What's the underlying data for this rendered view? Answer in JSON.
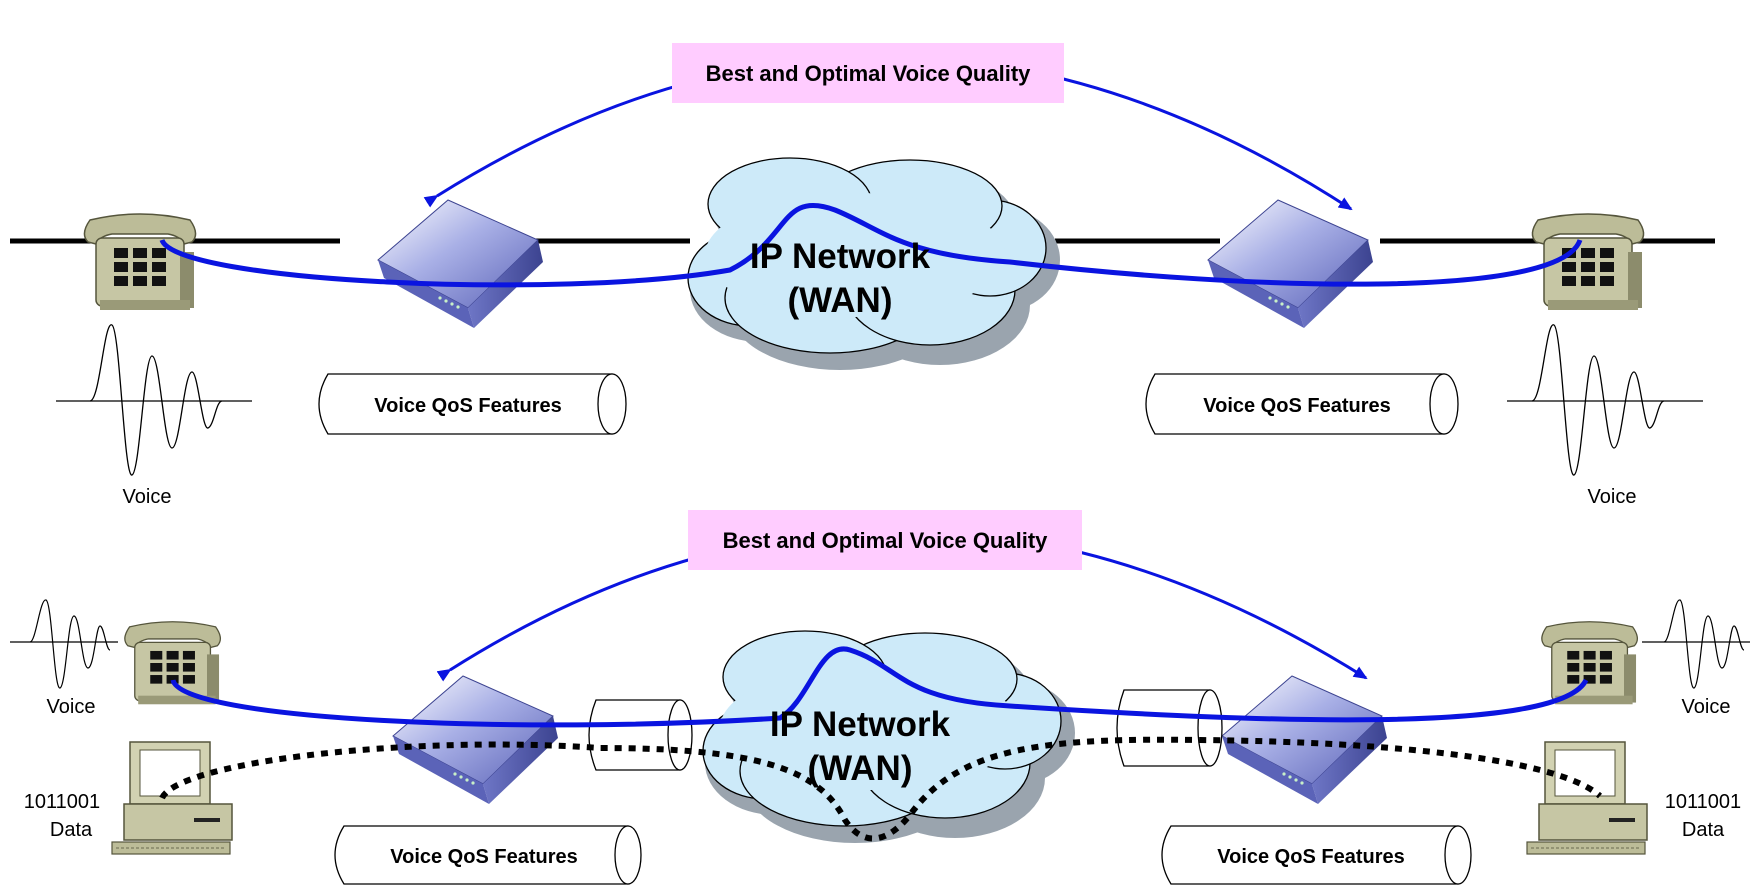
{
  "top_section": {
    "quality_label": "Best and Optimal Voice Quality",
    "cloud_line1": "IP Network",
    "cloud_line2": "(WAN)",
    "left_qos": "Voice QoS Features",
    "right_qos": "Voice QoS Features",
    "left_voice": "Voice",
    "right_voice": "Voice"
  },
  "bottom_section": {
    "quality_label": "Best and Optimal Voice Quality",
    "cloud_line1": "IP Network",
    "cloud_line2": "(WAN)",
    "left_qos": "Voice QoS Features",
    "right_qos": "Voice QoS Features",
    "left_voice": "Voice",
    "right_voice": "Voice",
    "left_bits": "1011001",
    "left_data": "Data",
    "right_bits": "1011001",
    "right_data": "Data"
  },
  "colors": {
    "voice_path": "#0a14e0",
    "quality_box": "#ffccff",
    "cloud": "#cdeaf9",
    "phone": "#c6c6a4",
    "router": "#8a93d6"
  },
  "icons": [
    "telephone-icon",
    "router-icon",
    "cloud-icon",
    "computer-icon",
    "waveform-icon",
    "tube-icon"
  ]
}
